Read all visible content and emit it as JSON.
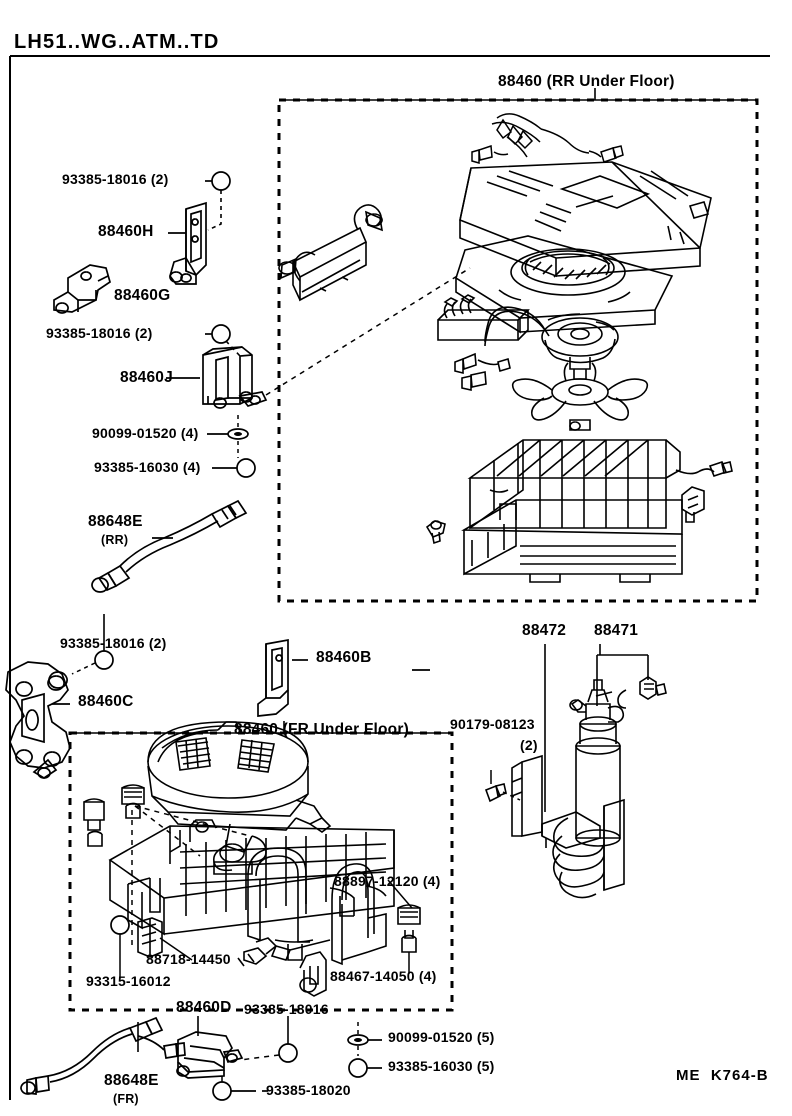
{
  "header": {
    "title": "LH51..WG..ATM..TD"
  },
  "footer": {
    "code": "ME  K764-B"
  },
  "groups": {
    "rear": {
      "label": "88460 (RR Under Floor)"
    },
    "front": {
      "label": "88460 (FR Under Floor)"
    }
  },
  "labels": {
    "rr_screw_top": "93385-18016 (2)",
    "bracket_h": "88460H",
    "bracket_g": "88460G",
    "rr_screw_mid": "93385-18016 (2)",
    "bracket_j": "88460J",
    "grommet_rr": "90099-01520 (4)",
    "screw_rr_16030": "93385-16030 (4)",
    "harness_rr": "88648E",
    "harness_rr_sub": "(RR)",
    "fr_screw_top": "93385-18016 (2)",
    "bracket_c": "88460C",
    "bracket_b": "88460B",
    "bolt_90179": "90179-08123",
    "bolt_90179_qty": "(2)",
    "drier_88472": "88472",
    "drier_88471": "88471",
    "clamp_88897": "88897-12120 (4)",
    "clamp_88718": "88718-14450",
    "nut_93315": "93315-16012",
    "clip_88467": "88467-14050 (4)",
    "bracket_d": "88460D",
    "screw_18016_bottom": "93385-18016",
    "screw_18020": "93385-18020",
    "grommet_fr": "90099-01520 (5)",
    "screw_fr_16030": "93385-16030 (5)",
    "harness_fr": "88648E",
    "harness_fr_sub": "(FR)"
  }
}
